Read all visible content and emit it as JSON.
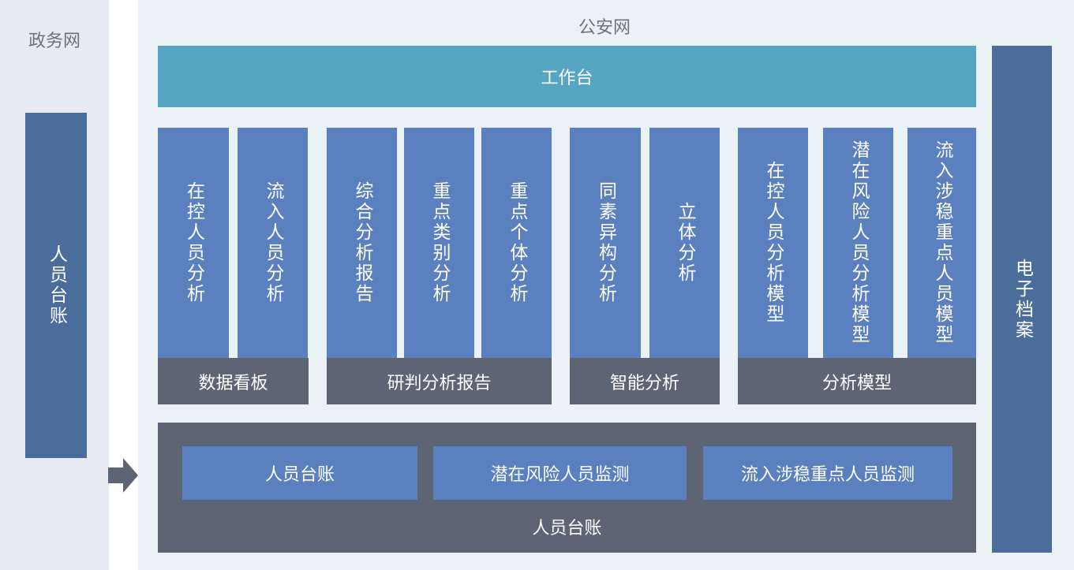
{
  "gov_network": {
    "title": "政务网",
    "box": "人员台账"
  },
  "police_network": {
    "title": "公安网",
    "workbench": "工作台",
    "groups": [
      {
        "label": "数据看板",
        "items": [
          "在控人员分析",
          "流入人员分析"
        ]
      },
      {
        "label": "研判分析报告",
        "items": [
          "综合分析报告",
          "重点类别分析",
          "重点个体分析"
        ]
      },
      {
        "label": "智能分析",
        "items": [
          "同素异构分析",
          "立体分析"
        ]
      },
      {
        "label": "分析模型",
        "items": [
          "在控人员分析模型",
          "潜在风险人员分析模型",
          "流入涉稳重点人员模型"
        ]
      }
    ],
    "ledger": {
      "label": "人员台账",
      "items": [
        "人员台账",
        "潜在风险人员监测",
        "流入涉稳重点人员监测"
      ]
    },
    "archive": "电子档案"
  },
  "colors": {
    "gov_bg": "#e8ebf3",
    "police_bg": "#eaf2f6",
    "workbench": "#55a5c3",
    "module": "#5b80c0",
    "group": "#5d6575",
    "side_box": "#4a6d9c"
  }
}
